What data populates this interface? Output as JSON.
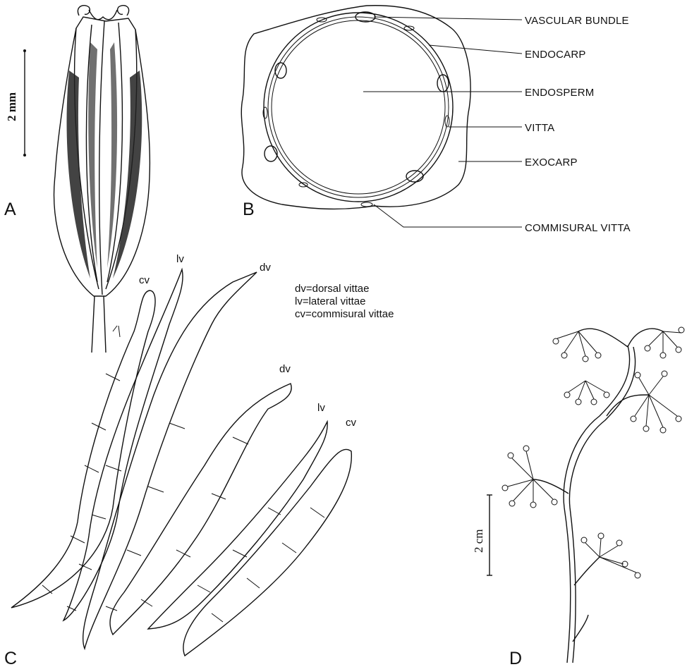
{
  "panels": {
    "a": "A",
    "b": "B",
    "c": "C",
    "d": "D"
  },
  "scale_bars": {
    "a": "2 mm",
    "d": "2 cm"
  },
  "section_labels": [
    "VASCULAR BUNDLE",
    "ENDOCARP",
    "ENDOSPERM",
    "VITTA",
    "EXOCARP",
    "COMMISURAL VITTA"
  ],
  "vittae_tags": [
    "cv",
    "lv",
    "dv",
    "dv",
    "lv",
    "cv"
  ],
  "legend": [
    "dv=dorsal vittae",
    "lv=lateral vittae",
    "cv=commisural vittae"
  ]
}
